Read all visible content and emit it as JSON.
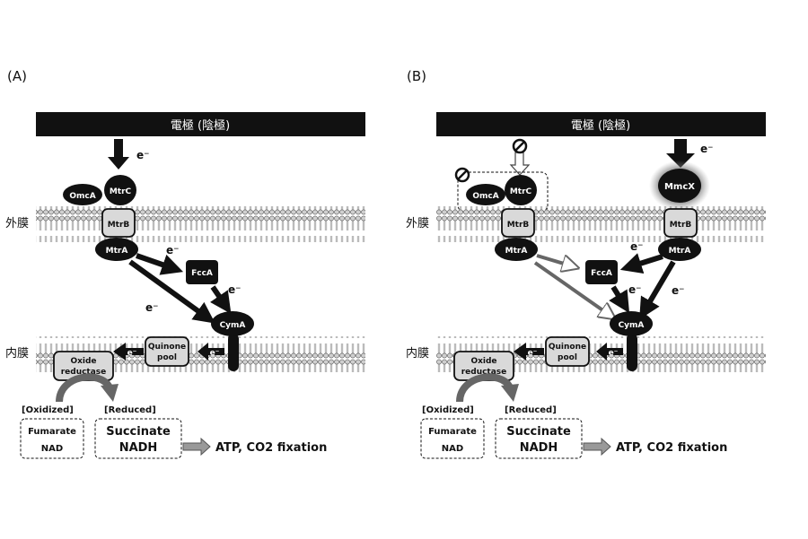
{
  "panels": [
    {
      "label": "(A)",
      "electrode": "電極 (陰極)",
      "outer_membrane": "外膜",
      "inner_membrane": "内膜",
      "proteins": {
        "omca": "OmcA",
        "mtrc": "MtrC",
        "mtrb": "MtrB",
        "mtra": "MtrA",
        "fcca": "FccA",
        "cyma": "CymA",
        "quinone_line1": "Quinone",
        "quinone_line2": "pool",
        "oxide_line1": "Oxide",
        "oxide_line2": "reductase"
      },
      "electron": "e⁻",
      "oxidized": "[Oxidized]",
      "reduced": "[Reduced]",
      "substrates": [
        "Fumarate",
        "NAD"
      ],
      "products": [
        "Succinate",
        "NADH"
      ],
      "output": "ATP, CO2 fixation"
    },
    {
      "label": "(B)",
      "electrode": "電極 (陰極)",
      "outer_membrane": "外膜",
      "inner_membrane": "内膜",
      "proteins": {
        "omca": "OmcA",
        "mtrc": "MtrC",
        "mtrb_left": "MtrB",
        "mtra_left": "MtrA",
        "mmcx": "MmcX",
        "mtrb_right": "MtrB",
        "mtra_right": "MtrA",
        "fcca": "FccA",
        "cyma": "CymA",
        "quinone_line1": "Quinone",
        "quinone_line2": "pool",
        "oxide_line1": "Oxide",
        "oxide_line2": "reductase"
      },
      "electron": "e⁻",
      "oxidized": "[Oxidized]",
      "reduced": "[Reduced]",
      "substrates": [
        "Fumarate",
        "NAD"
      ],
      "products": [
        "Succinate",
        "NADH"
      ],
      "output": "ATP, CO2 fixation"
    }
  ]
}
